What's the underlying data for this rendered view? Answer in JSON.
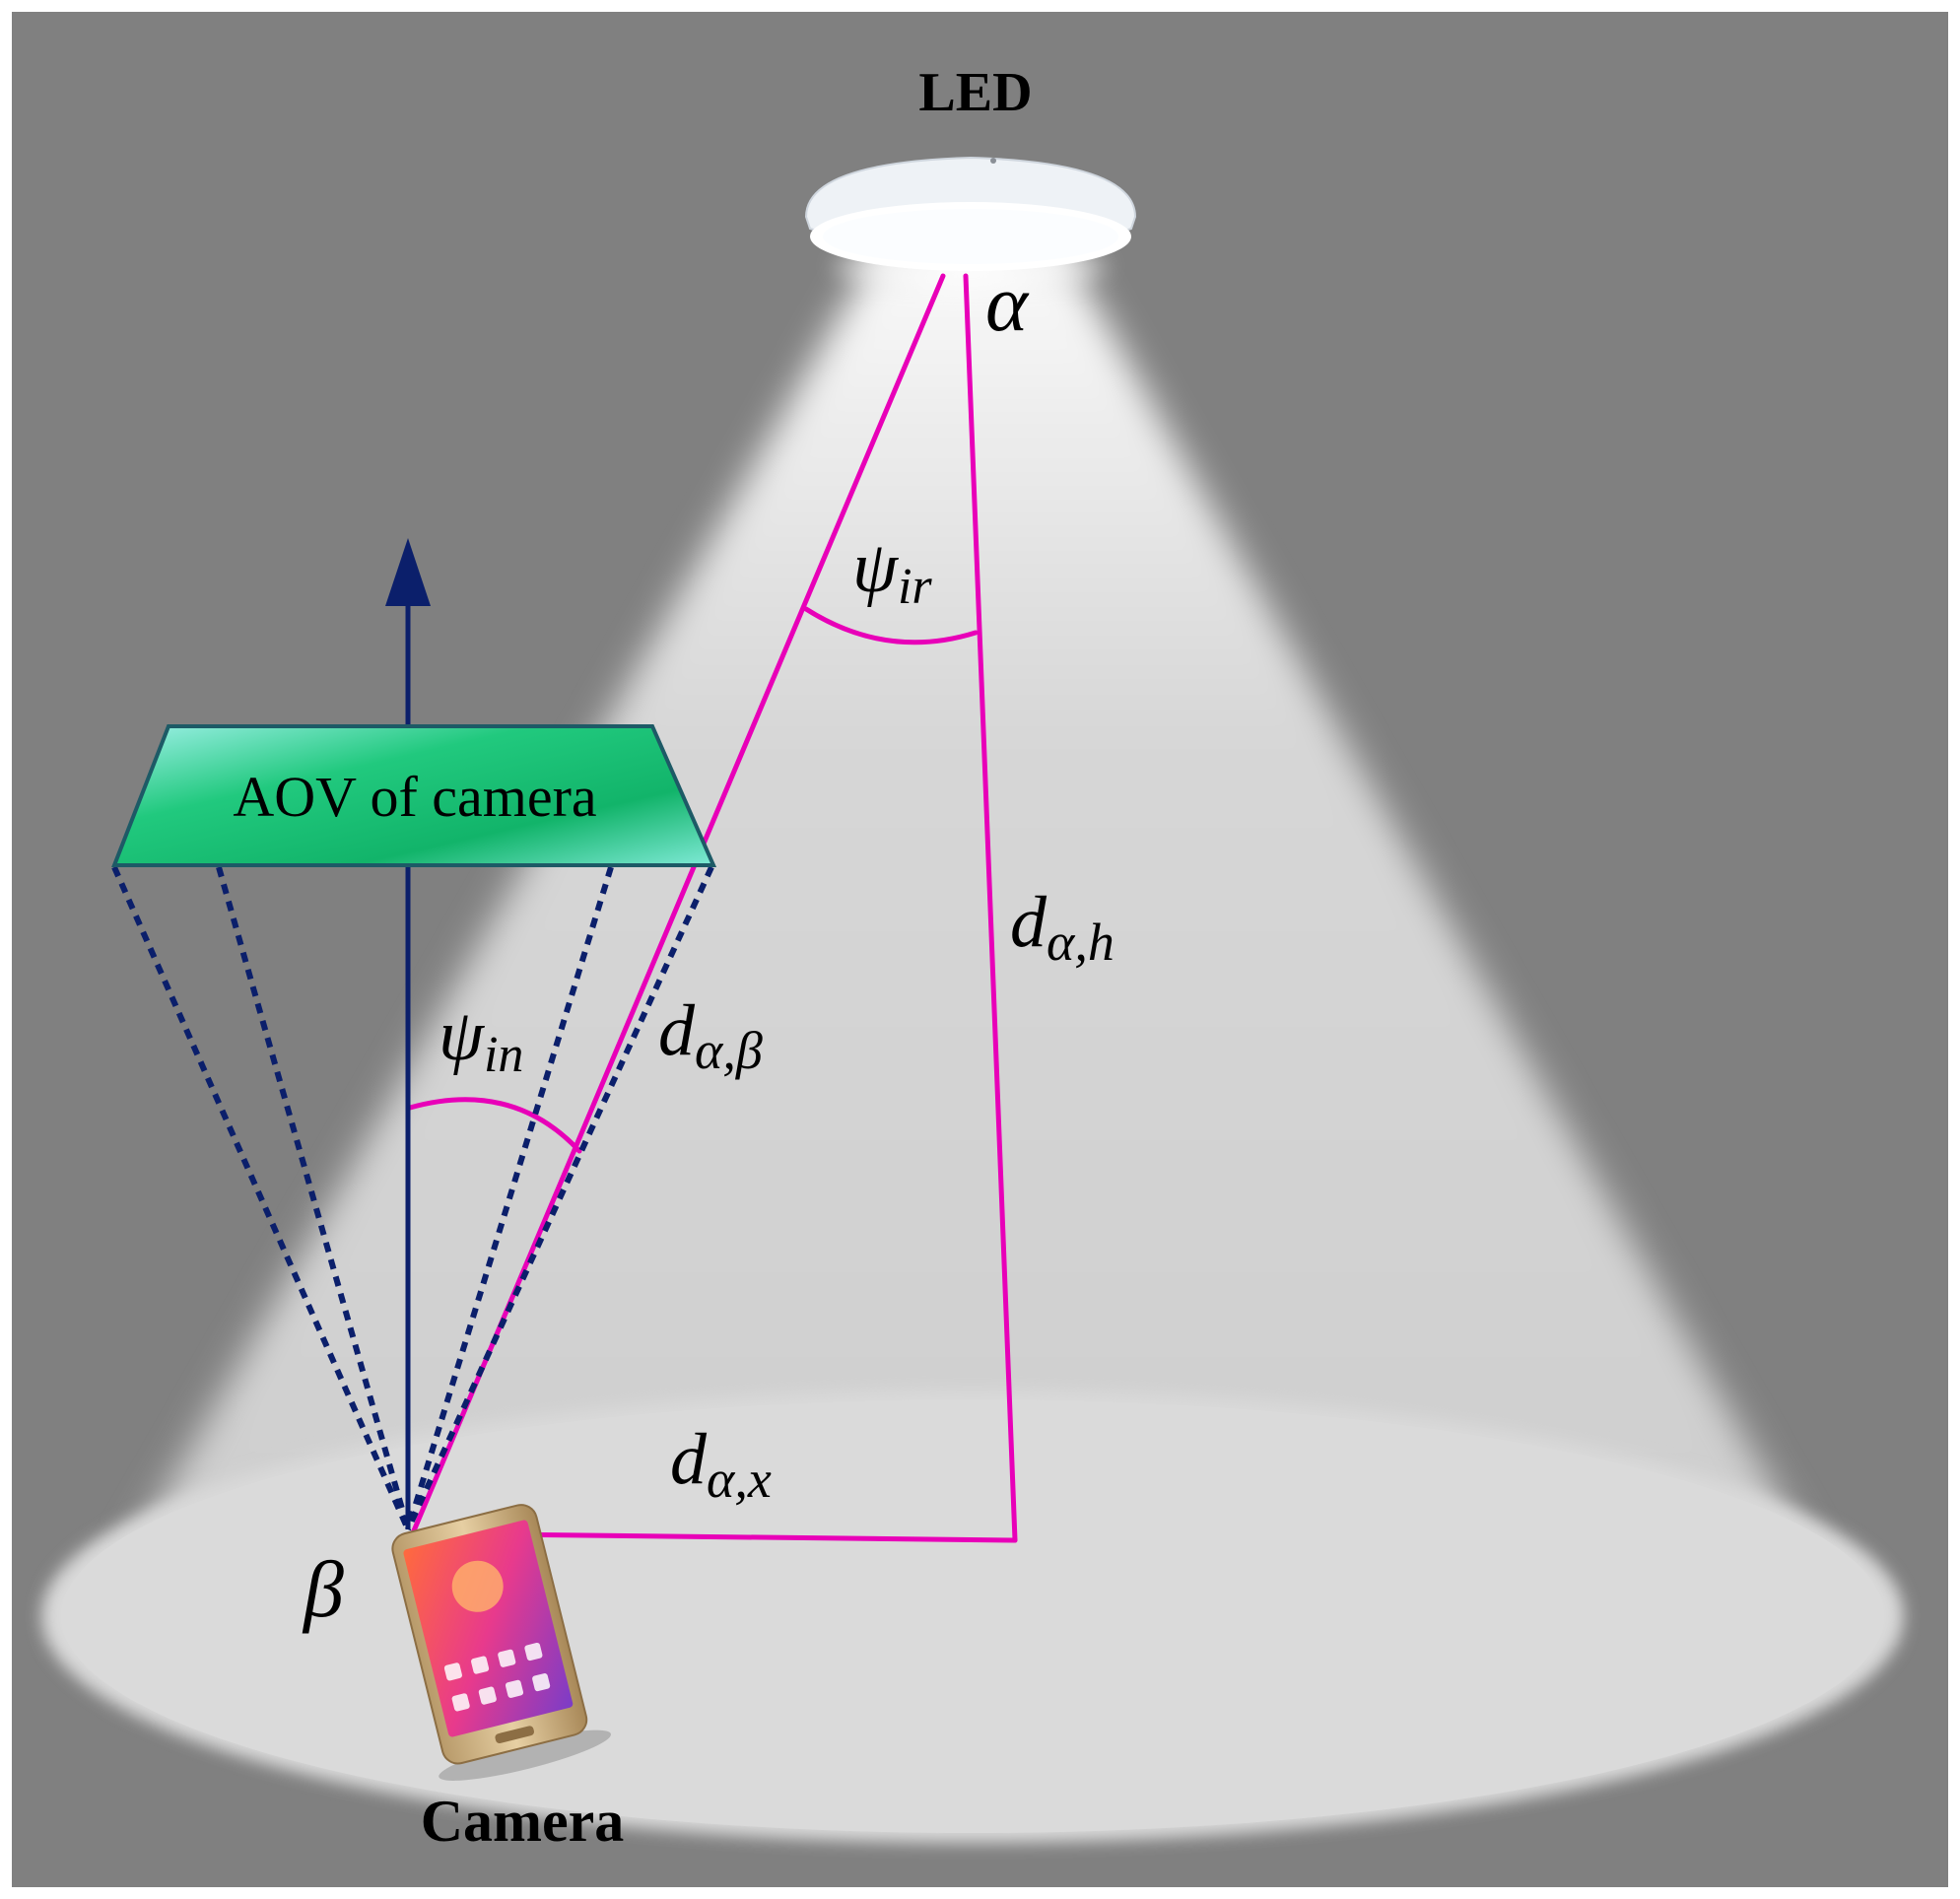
{
  "labels": {
    "led": "LED",
    "camera": "Camera",
    "aov": "AOV of camera",
    "alpha": "α",
    "beta": "β",
    "psi_ir": {
      "base": "ψ",
      "sub": "ir"
    },
    "psi_in": {
      "base": "ψ",
      "sub": "in"
    },
    "d_alpha_h": {
      "base": "d",
      "sub": "α,h"
    },
    "d_alpha_beta": {
      "base": "d",
      "sub": "α,β"
    },
    "d_alpha_x": {
      "base": "d",
      "sub": "α,x"
    }
  },
  "colors": {
    "background": "#808080",
    "light_beam": "#e6e6e6",
    "geometry_lines": "#e800b8",
    "normal_arrow": "#0b1f6b",
    "aov_fill": "#1fc98a",
    "aov_stroke": "#1d5a66",
    "fov_dashes": "#0b1f6b"
  },
  "icons": {
    "led": "ceiling-lamp-icon",
    "camera": "smartphone-icon"
  }
}
